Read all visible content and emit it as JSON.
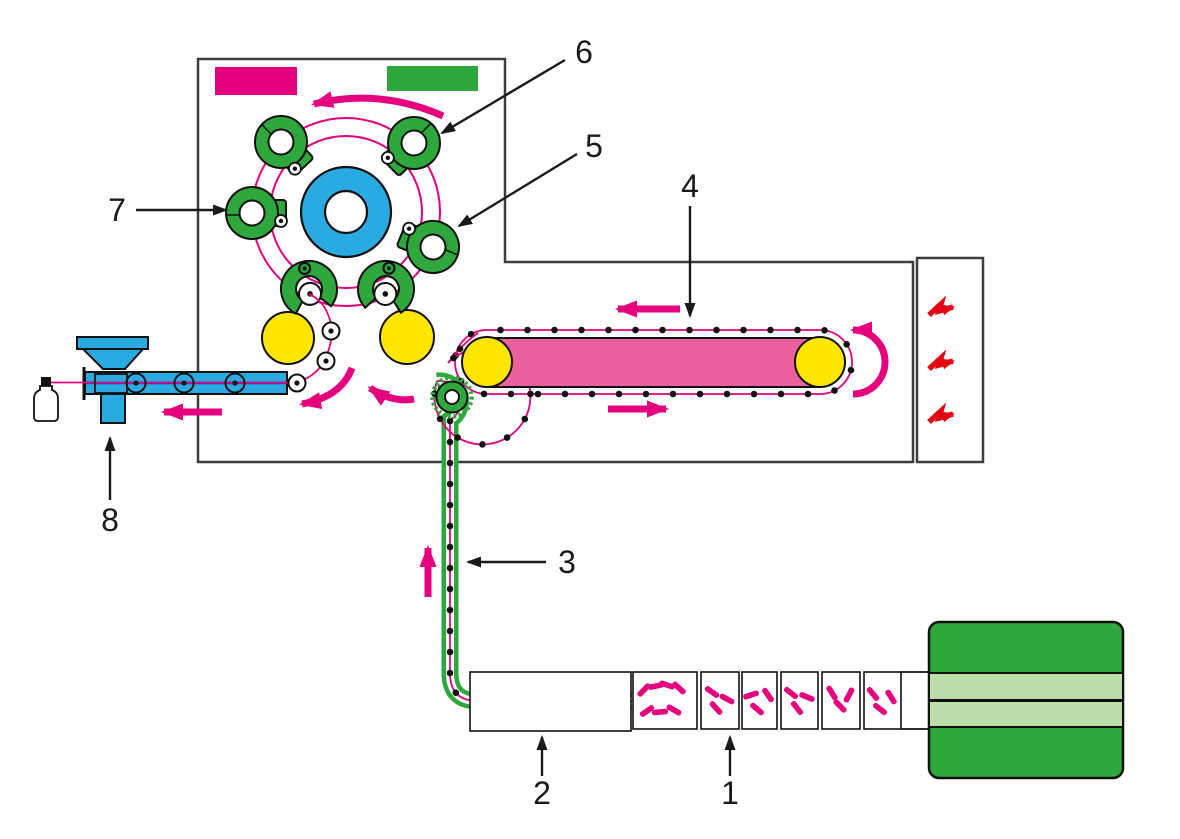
{
  "figure": {
    "type": "process-diagram",
    "callouts": [
      {
        "text": "1"
      },
      {
        "text": "2"
      },
      {
        "text": "3"
      },
      {
        "text": "4"
      },
      {
        "text": "5"
      },
      {
        "text": "6"
      },
      {
        "text": "7"
      },
      {
        "text": "8"
      }
    ],
    "legend_swatches": [
      {
        "name": "magenta-swatch",
        "color": "#e5007d"
      },
      {
        "name": "green-swatch",
        "color": "#2ea83c"
      }
    ],
    "colors": {
      "magenta": "#e5007d",
      "green": "#2ea83c",
      "green_light": "#bcdcaa",
      "cyan": "#29abe2",
      "yellow": "#ffe600",
      "red": "#e30613",
      "belt_pink": "#ea619e",
      "track_blue": "#3b3bb5",
      "ink": "#1a1a1a"
    },
    "icons": {
      "heat_bolt": "lightning-zigzag-arrow",
      "rotation_arrow": "curved-arrow",
      "direction_arrow": "straight-arrow"
    },
    "heat_bolt_count": 3
  }
}
